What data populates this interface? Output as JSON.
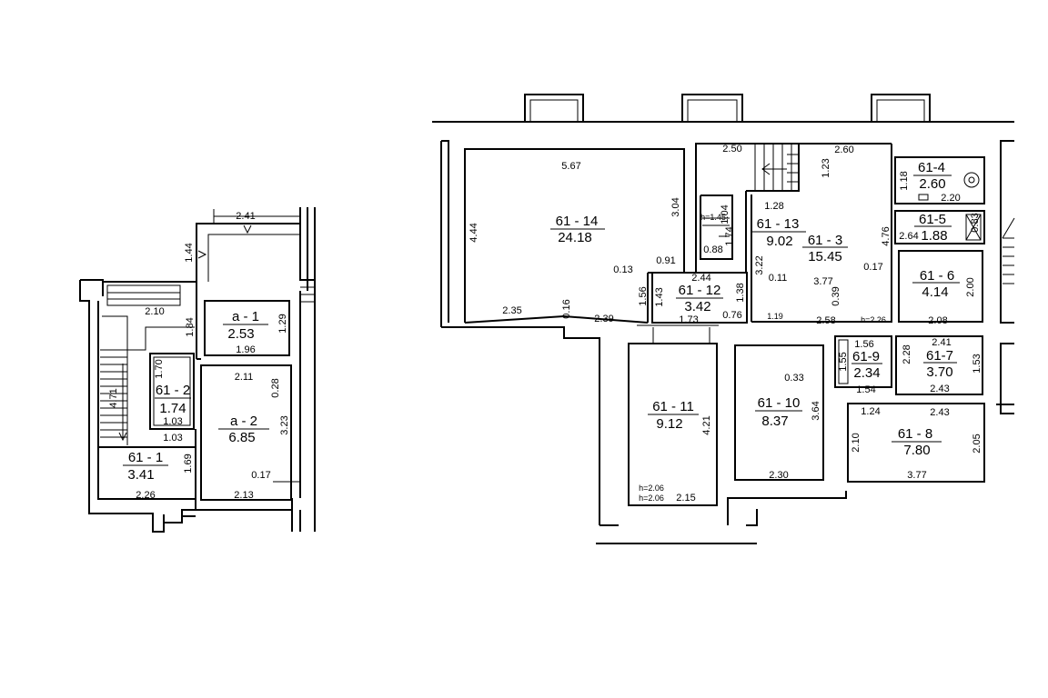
{
  "rooms": {
    "a1": {
      "label": "a - 1",
      "area": "2.53"
    },
    "a2": {
      "label": "a - 2",
      "area": "6.85"
    },
    "r61_1": {
      "label": "61 - 1",
      "area": "3.41"
    },
    "r61_2": {
      "label": "61 - 2",
      "area": "1.74"
    },
    "r61_3": {
      "label": "61 - 3",
      "area": "15.45"
    },
    "r61_4": {
      "label": "61-4",
      "area": "2.60"
    },
    "r61_5": {
      "label": "61-5",
      "area": "1.88"
    },
    "r61_6": {
      "label": "61 - 6",
      "area": "4.14"
    },
    "r61_7": {
      "label": "61-7",
      "area": "3.70"
    },
    "r61_8": {
      "label": "61 - 8",
      "area": "7.80"
    },
    "r61_9": {
      "label": "61-9",
      "area": "2.34"
    },
    "r61_10": {
      "label": "61 - 10",
      "area": "8.37"
    },
    "r61_11": {
      "label": "61 - 11",
      "area": "9.12"
    },
    "r61_12": {
      "label": "61 - 12",
      "area": "3.42"
    },
    "r61_13": {
      "label": "61 - 13",
      "area": "9.02"
    },
    "r61_14": {
      "label": "61 - 14",
      "area": "24.18"
    }
  },
  "dims": {
    "d241top": "2.41",
    "d144": "1.44",
    "d210": "2.10",
    "d129": "1.29",
    "d196": "1.96",
    "d211": "2.11",
    "d028": "0.28",
    "d323": "3.23",
    "d170": "1.70",
    "d471": "4.71",
    "d103a": "1.03",
    "d103b": "1.03",
    "d169": "1.69",
    "d017a": "0.17",
    "d226": "2.26",
    "d213": "2.13",
    "d184": "1.84",
    "d567": "5.67",
    "d444": "4.44",
    "d304": "3.04",
    "d235": "2.35",
    "d016": "0.16",
    "d239": "2.39",
    "d013": "0.13",
    "d091": "0.91",
    "d250": "2.50",
    "d260": "2.60",
    "d123": "1.23",
    "d128": "1.28",
    "d104": "1.04",
    "d174": "1.74",
    "d088": "0.88",
    "d476": "4.76",
    "d322": "3.22",
    "d011": "0.11",
    "d377a": "3.77",
    "d039": "0.39",
    "d017b": "0.17",
    "d119": "1.19",
    "d258": "2.58",
    "h226": "h=2.26",
    "d244": "2.44",
    "d156a": "1.56",
    "d143": "1.43",
    "d138": "1.38",
    "d173": "1.73",
    "d076": "0.76",
    "d118": "1.18",
    "d220": "2.20",
    "d264": "2.64",
    "d083": "0.83",
    "d200": "2.00",
    "d208": "2.08",
    "d156b": "1.56",
    "d155": "1.55",
    "d154": "1.54",
    "d241b": "2.41",
    "d228": "2.28",
    "d153": "1.53",
    "d243a": "2.43",
    "d124": "1.24",
    "d243b": "2.43",
    "d210b": "2.10",
    "d205": "2.05",
    "d377b": "3.77",
    "d033": "0.33",
    "d364": "3.64",
    "d230": "2.30",
    "d421": "4.21",
    "h206a": "h=2.06",
    "h206b": "h=2.06",
    "d215": "2.15",
    "hmark": "h=1.45"
  }
}
